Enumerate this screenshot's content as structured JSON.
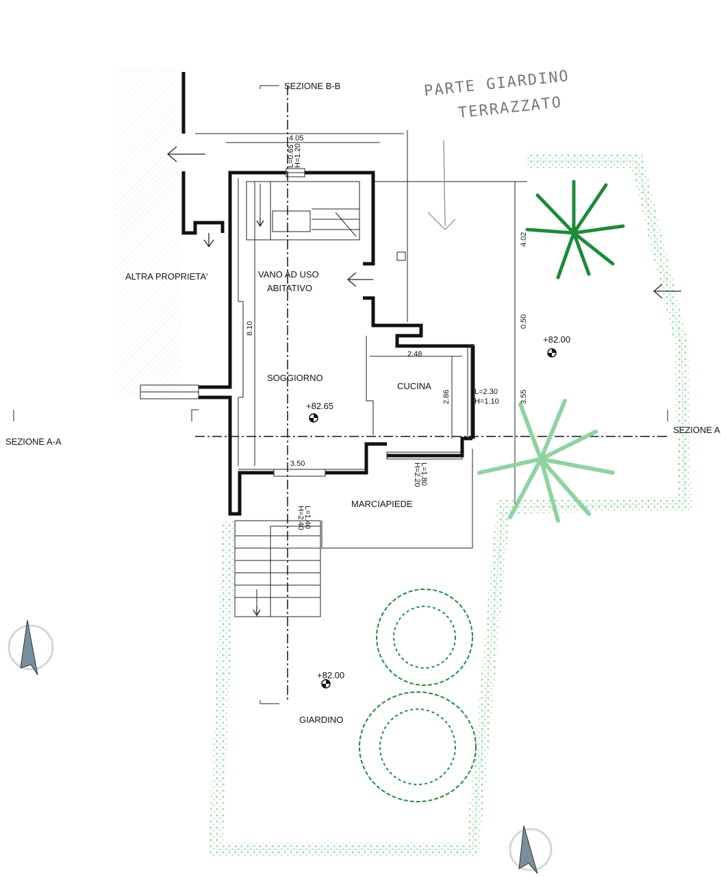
{
  "handwritten_note": {
    "line1": "PARTE GIARDINO",
    "line2": "TERRAZZATO"
  },
  "sections": {
    "b": "SEZIONE B-B",
    "a_left": "SEZIONE A-A",
    "a_right": "SEZIONE A"
  },
  "rooms": {
    "other_property": "ALTRA PROPRIETA'",
    "living_line1": "VANO AD USO",
    "living_line2": "ABITATIVO",
    "soggiorno": "SOGGIORNO",
    "cucina": "CUCINA",
    "marciapiede": "MARCIAPIEDE",
    "giardino": "GIARDINO"
  },
  "elevations": {
    "living": "+82.65",
    "terrace": "+82.00",
    "garden": "+82.00"
  },
  "dimensions": {
    "top_width": "4.05",
    "window_top_l": "L=0.65",
    "window_top_h": "H=1.20",
    "living_length": "8.10",
    "kitchen_width": "2.48",
    "kitchen_depth": "2.86",
    "kitchen_window_l": "L=2.30",
    "kitchen_window_h": "H=1.10",
    "living_width": "3.50",
    "door_bottom_l": "L=1.40",
    "door_bottom_h": "H=2.40",
    "kitchen_door_l": "L=1.80",
    "kitchen_door_h": "H=2.20",
    "terrace_402": "4.02",
    "terrace_050": "0.50",
    "terrace_355": "3.55"
  },
  "colors": {
    "garden_dots": "#9ed9b0",
    "tree_dark": "#1e8a3c",
    "tree_light": "#7ccf8e"
  }
}
